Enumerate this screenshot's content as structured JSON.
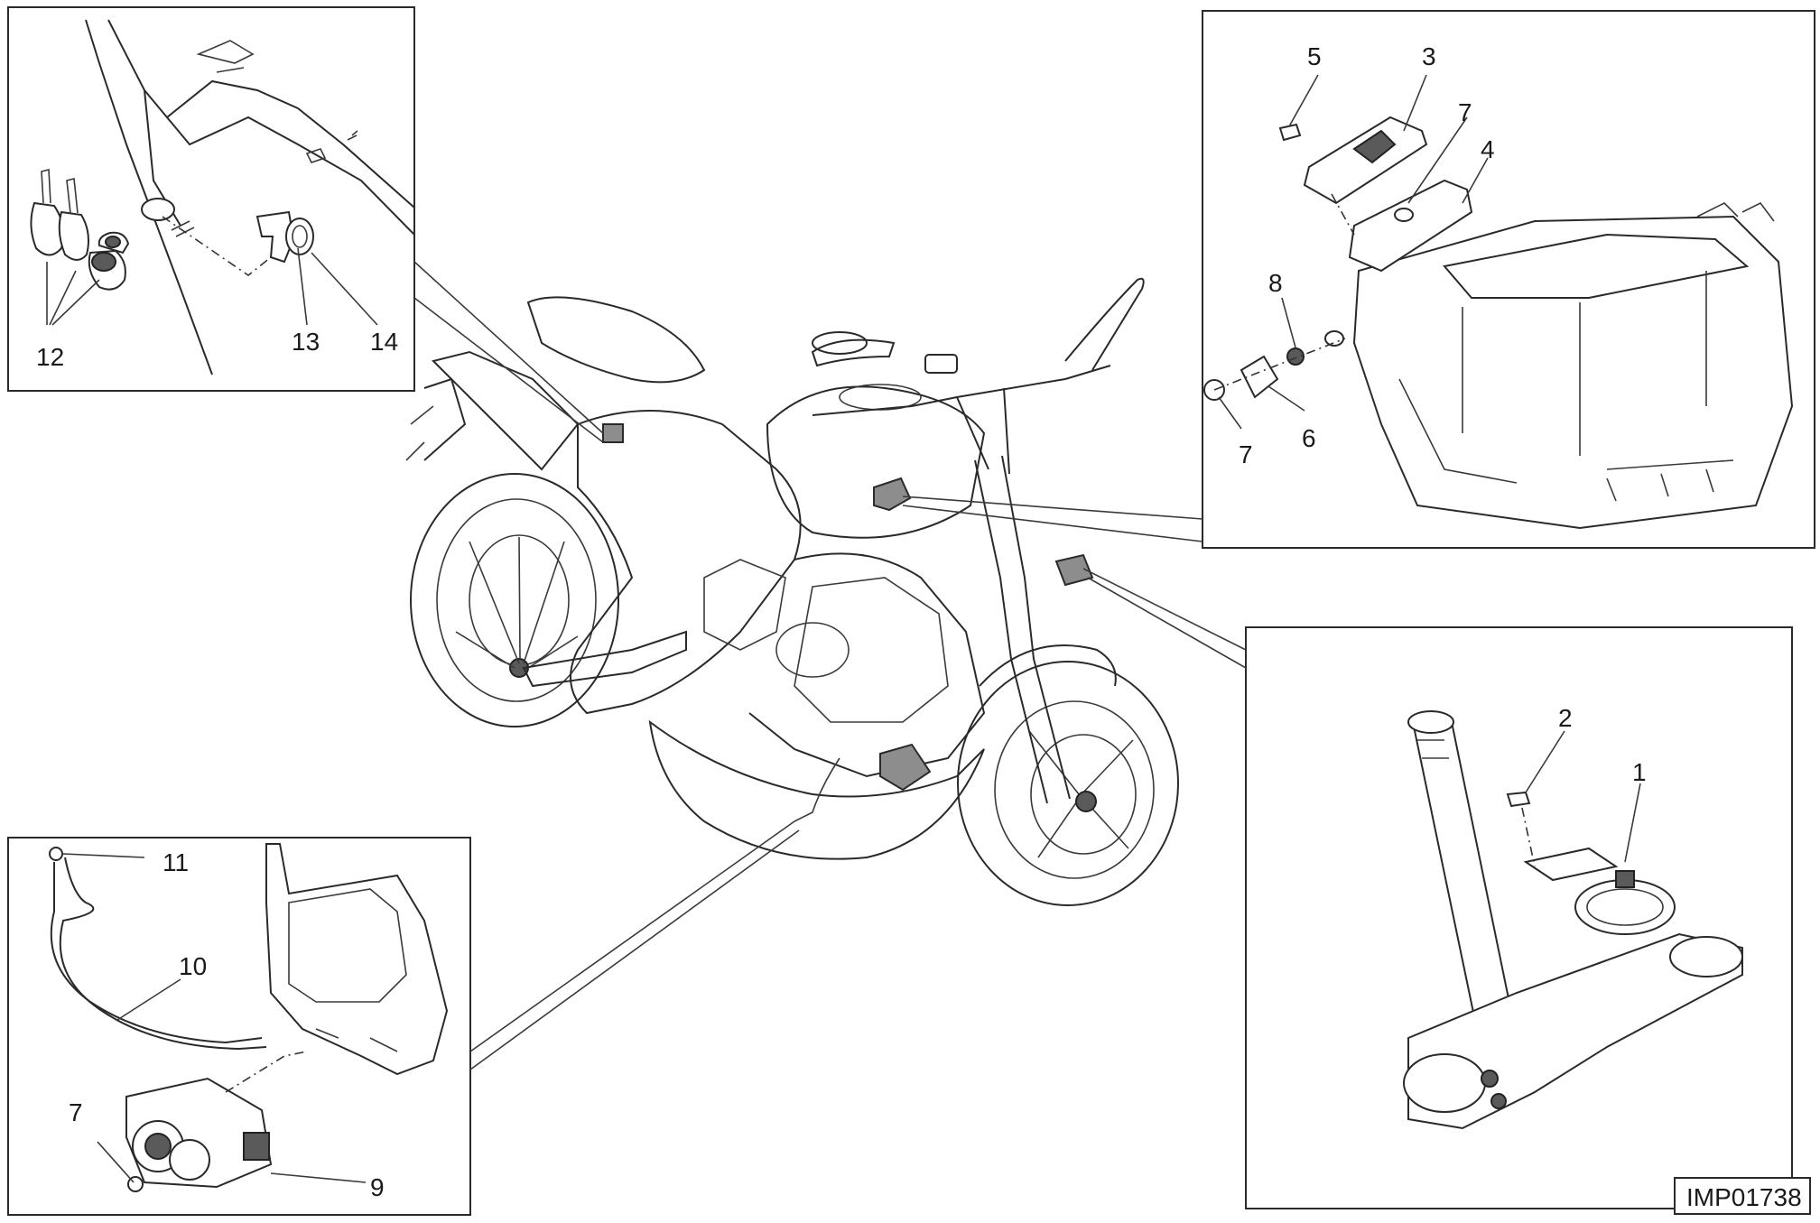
{
  "diagram": {
    "code": "IMP01738",
    "callouts": {
      "c1": "1",
      "c2": "2",
      "c3": "3",
      "c4": "4",
      "c5": "5",
      "c6": "6",
      "c7a": "7",
      "c7b": "7",
      "c7c": "7",
      "c8": "8",
      "c9": "9",
      "c10": "10",
      "c11": "11",
      "c12": "12",
      "c13": "13",
      "c14": "14"
    }
  }
}
